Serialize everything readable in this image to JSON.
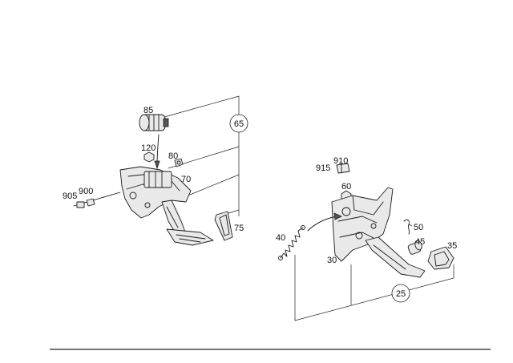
{
  "left_assembly": {
    "group_label": "65",
    "callouts": {
      "c85": "85",
      "c120": "120",
      "c80": "80",
      "c70": "70",
      "c900": "900",
      "c905": "905",
      "c75": "75"
    }
  },
  "right_assembly": {
    "group_label": "25",
    "callouts": {
      "c910": "910",
      "c915": "915",
      "c60": "60",
      "c40": "40",
      "c30": "30",
      "c50": "50",
      "c45": "45",
      "c35": "35"
    }
  }
}
